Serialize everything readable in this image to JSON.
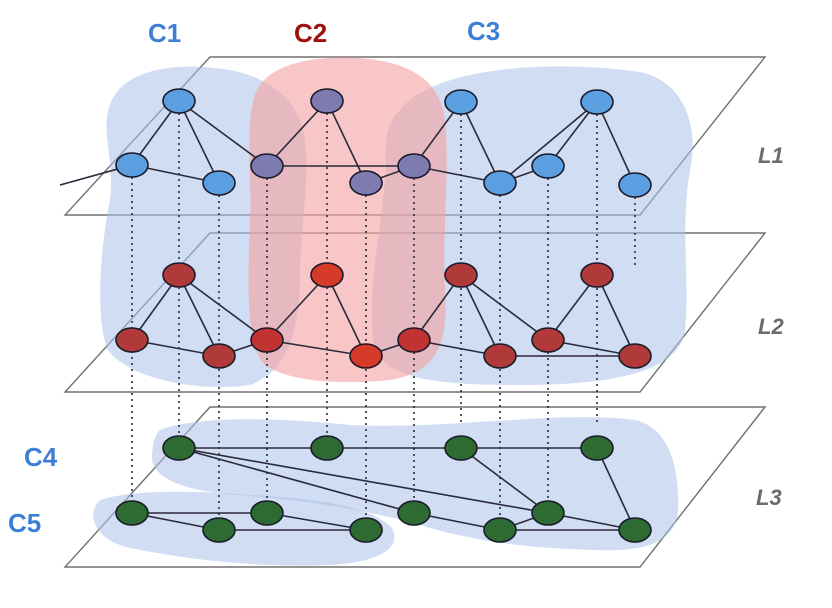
{
  "colors": {
    "blue_node": "#5b9fe0",
    "purple_node": "#7d7bb0",
    "red_node": "#b0393a",
    "bright_red_node": "#d83a2a",
    "green_node": "#2e6b33",
    "blue_region": "#a9c1e8",
    "red_region": "#f4a3a3",
    "plane_stroke": "#707070",
    "edge": "#2a2a3a",
    "label_blue": "#3d7fd6",
    "label_red": "#a10e0e",
    "label_gray": "#6b6b6b"
  },
  "community_labels": [
    {
      "id": "C1",
      "text": "C1",
      "color": "blue"
    },
    {
      "id": "C2",
      "text": "C2",
      "color": "red"
    },
    {
      "id": "C3",
      "text": "C3",
      "color": "blue"
    },
    {
      "id": "C4",
      "text": "C4",
      "color": "blue"
    },
    {
      "id": "C5",
      "text": "C5",
      "color": "blue"
    }
  ],
  "layer_labels": [
    {
      "id": "L1",
      "text": "L1"
    },
    {
      "id": "L2",
      "text": "L2"
    },
    {
      "id": "L3",
      "text": "L3"
    }
  ],
  "layers": {
    "L1": {
      "nodes": [
        "a",
        "b",
        "c",
        "d",
        "e",
        "f",
        "g",
        "h",
        "i",
        "j",
        "k"
      ],
      "node_colors": {
        "a": "blue",
        "b": "blue",
        "c": "blue",
        "d": "purple",
        "e": "purple",
        "f": "purple",
        "g": "purple",
        "h": "blue",
        "i": "blue",
        "j": "blue",
        "k": "blue"
      },
      "edges": [
        [
          "a",
          "b"
        ],
        [
          "a",
          "c"
        ],
        [
          "a",
          "d"
        ],
        [
          "b",
          "c"
        ],
        [
          "b",
          "d"
        ],
        [
          "e",
          "d"
        ],
        [
          "e",
          "f"
        ],
        [
          "d",
          "g"
        ],
        [
          "f",
          "g"
        ],
        [
          "g",
          "h"
        ],
        [
          "g",
          "i"
        ],
        [
          "i",
          "j"
        ],
        [
          "h",
          "j"
        ],
        [
          "k",
          "j"
        ],
        [
          "k",
          "h"
        ],
        [
          "k",
          "l"
        ]
      ]
    },
    "L2": {
      "nodes": [
        "a",
        "b",
        "c",
        "d",
        "e",
        "f",
        "g",
        "h",
        "i",
        "j",
        "k",
        "l"
      ],
      "node_colors": {
        "a": "red",
        "b": "red",
        "c": "red",
        "d": "red",
        "e": "bright_red",
        "f": "bright_red",
        "g": "red",
        "h": "red",
        "i": "red",
        "j": "red",
        "k": "red",
        "l": "red"
      },
      "edges": [
        [
          "a",
          "b"
        ],
        [
          "a",
          "c"
        ],
        [
          "a",
          "d"
        ],
        [
          "b",
          "c"
        ],
        [
          "c",
          "d"
        ],
        [
          "e",
          "d"
        ],
        [
          "e",
          "f"
        ],
        [
          "d",
          "g"
        ],
        [
          "f",
          "g"
        ],
        [
          "g",
          "h"
        ],
        [
          "g",
          "i"
        ],
        [
          "h",
          "j"
        ],
        [
          "i",
          "j"
        ],
        [
          "k",
          "j"
        ],
        [
          "k",
          "l"
        ],
        [
          "j",
          "l"
        ]
      ]
    },
    "L3": {
      "nodes": [
        "a",
        "b",
        "c",
        "d",
        "e",
        "f",
        "g",
        "h",
        "i",
        "j",
        "k",
        "l"
      ],
      "node_colors": {
        "a": "green",
        "b": "green",
        "c": "green",
        "d": "green",
        "e": "green",
        "f": "green",
        "g": "green",
        "h": "green",
        "i": "green",
        "j": "green",
        "k": "green",
        "l": "green"
      },
      "edges": [
        [
          "a",
          "b"
        ],
        [
          "a",
          "h"
        ],
        [
          "b",
          "h"
        ],
        [
          "b",
          "i"
        ],
        [
          "a",
          "j"
        ],
        [
          "j",
          "l"
        ],
        [
          "k",
          "l"
        ],
        [
          "k",
          "j"
        ],
        [
          "j",
          "i"
        ],
        [
          "c",
          "d"
        ],
        [
          "c",
          "e"
        ],
        [
          "d",
          "f"
        ],
        [
          "e",
          "g"
        ],
        [
          "f",
          "g"
        ]
      ]
    }
  }
}
